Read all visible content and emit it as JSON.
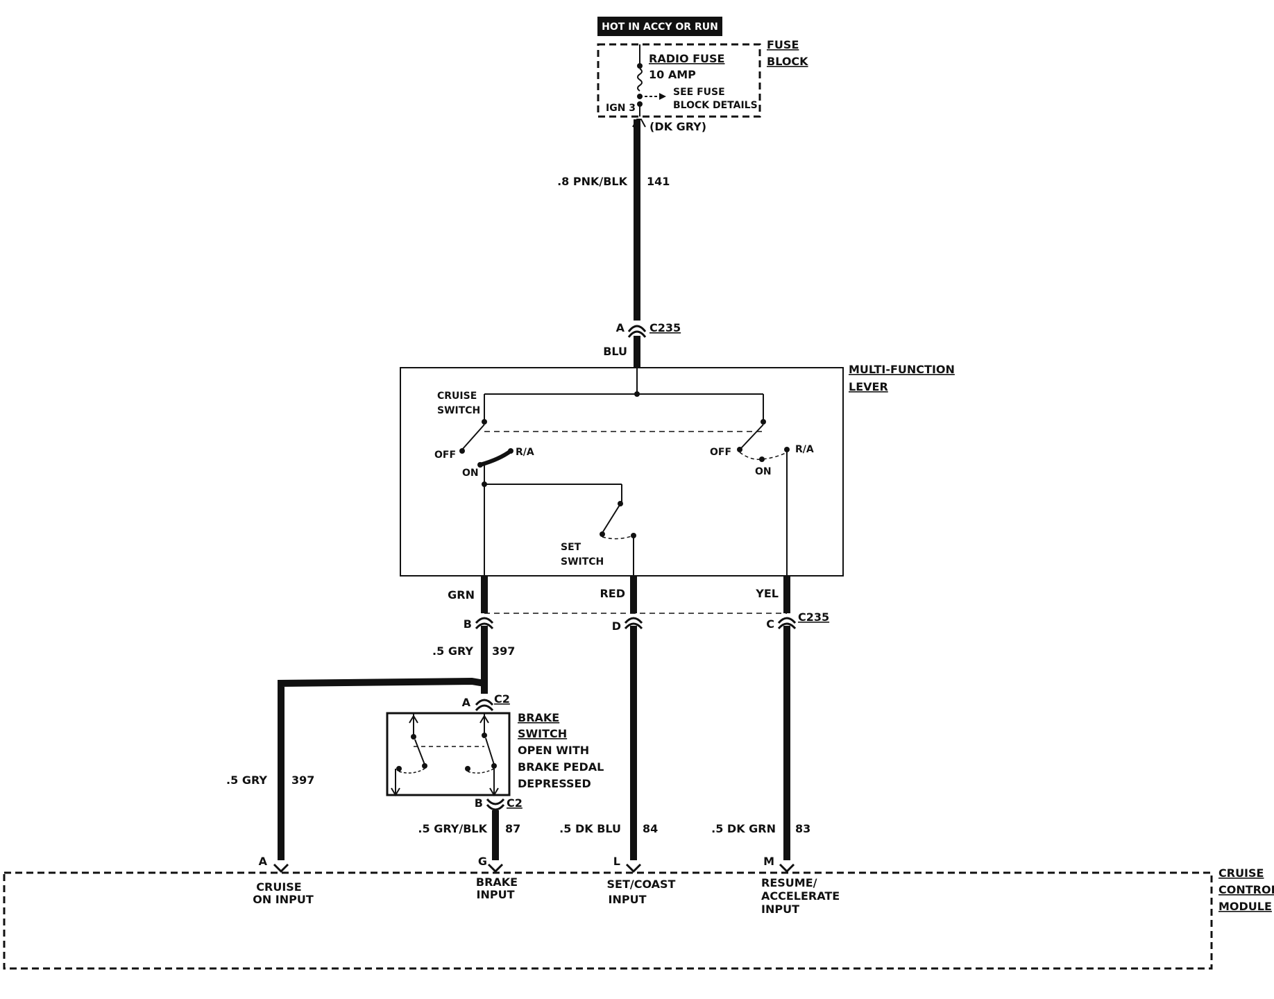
{
  "power": {
    "label": "HOT IN ACCY OR RUN"
  },
  "fuse_block": {
    "title_line1": "FUSE",
    "title_line2": "BLOCK",
    "fuse_name": "RADIO FUSE",
    "fuse_rating": "10 AMP",
    "see_line1": "SEE FUSE",
    "see_line2": "BLOCK DETAILS",
    "terminal": "IGN 3",
    "output_color": "(DK GRY)"
  },
  "feed_wire": {
    "gauge_color": ".8 PNK/BLK",
    "circuit": "141"
  },
  "connector_c235_top": {
    "pin": "A",
    "name": "C235",
    "wire_color": "BLU"
  },
  "multifunction_lever": {
    "title_line1": "MULTI-FUNCTION",
    "title_line2": "LEVER",
    "cruise_switch_line1": "CRUISE",
    "cruise_switch_line2": "SWITCH",
    "left_off": "OFF",
    "left_on": "ON",
    "left_ra": "R/A",
    "right_off": "OFF",
    "right_on": "ON",
    "right_ra": "R/A",
    "set_switch_line1": "SET",
    "set_switch_line2": "SWITCH"
  },
  "lever_wires": {
    "grn": "GRN",
    "red": "RED",
    "yel": "YEL"
  },
  "connector_c235_bottom": {
    "pin_b": "B",
    "pin_d": "D",
    "pin_c": "C",
    "name": "C235"
  },
  "wire_397_upper": {
    "gauge_color": ".5 GRY",
    "circuit": "397"
  },
  "brake_switch": {
    "pin_a": "A",
    "connector_top": "C2",
    "pin_b": "B",
    "connector_bottom": "C2",
    "title_line1": "BRAKE",
    "title_line2": "SWITCH",
    "desc_line1": "OPEN WITH",
    "desc_line2": "BRAKE PEDAL",
    "desc_line3": "DEPRESSED"
  },
  "wire_397_lower": {
    "gauge_color": ".5 GRY",
    "circuit": "397"
  },
  "wire_87": {
    "gauge_color": ".5 GRY/BLK",
    "circuit": "87"
  },
  "wire_84": {
    "gauge_color": ".5 DK BLU",
    "circuit": "84"
  },
  "wire_83": {
    "gauge_color": ".5 DK GRN",
    "circuit": "83"
  },
  "cruise_module": {
    "title_line1": "CRUISE",
    "title_line2": "CONTROL",
    "title_line3": "MODULE",
    "pin_a": "A",
    "pin_g": "G",
    "pin_l": "L",
    "pin_m": "M",
    "input_a_line1": "CRUISE",
    "input_a_line2": "ON INPUT",
    "input_g_line1": "BRAKE",
    "input_g_line2": "INPUT",
    "input_l_line1": "SET/COAST",
    "input_l_line2": "INPUT",
    "input_m_line1": "RESUME/",
    "input_m_line2": "ACCELERATE",
    "input_m_line3": "INPUT"
  }
}
